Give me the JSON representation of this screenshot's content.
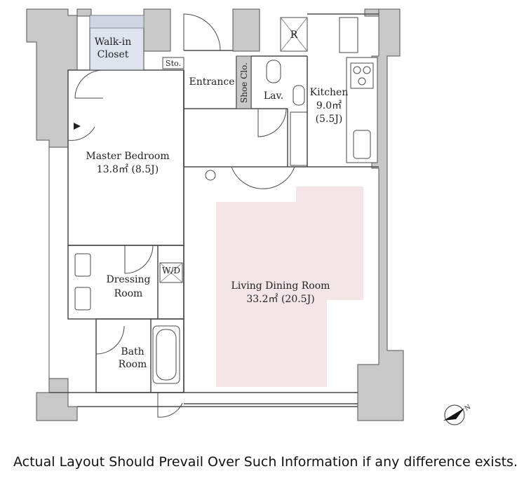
{
  "rooms": {
    "walkin": {
      "line1": "Walk-in",
      "line2": "Closet"
    },
    "storage": "Sto.",
    "entrance": "Entrance",
    "shoe_closet": "Shoe Clo.",
    "lavatory": "Lav.",
    "refrigerator": "R",
    "kitchen": {
      "name": "Kitchen",
      "area": "9.0㎡",
      "jo": "(5.5J)"
    },
    "master_bedroom": {
      "name": "Master Bedroom",
      "size": "13.8㎡  (8.5J)"
    },
    "dressing": {
      "line1": "Dressing",
      "line2": "Room"
    },
    "wd": "W/D",
    "bath": {
      "line1": "Bath",
      "line2": "Room"
    },
    "living": {
      "name": "Living Dining Room",
      "size": "33.2㎡  (20.5J)"
    }
  },
  "compass_letter": "N",
  "disclaimer": "Actual Layout Should Prevail Over Such Information if any difference exists.",
  "colors": {
    "wall": "#c8c8c8",
    "line": "#4a4a4a",
    "ldk_highlight": "#f4e6e6",
    "closet_fill": "#dfe3ee"
  }
}
